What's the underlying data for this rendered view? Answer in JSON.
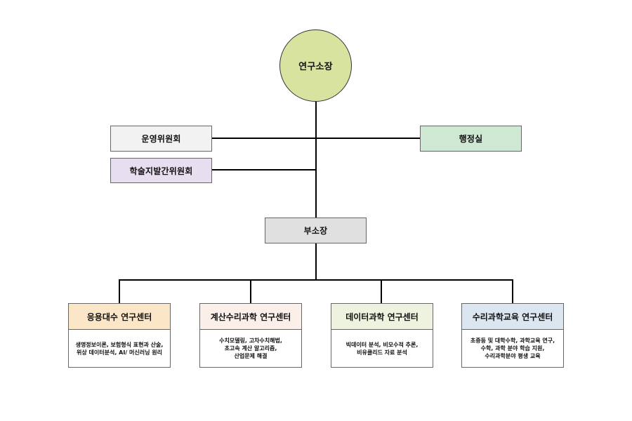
{
  "colors": {
    "director": "#d9e3a0",
    "committee_ops": "#f2f2f2",
    "committee_pub": "#e7deef",
    "admin_office": "#cfe8d3",
    "vice_director": "#e0e0e0",
    "center_applied_algebra": "#fbe6c8",
    "center_computational": "#fbefe9",
    "center_data_science": "#eef3df",
    "center_education": "#dbe6f1",
    "line": "#000000"
  },
  "director": {
    "label": "연구소장"
  },
  "committees": {
    "operations": {
      "label": "운영위원회"
    },
    "publication": {
      "label": "학술지발간위원회"
    }
  },
  "admin_office": {
    "label": "행정실"
  },
  "vice_director": {
    "label": "부소장"
  },
  "centers": [
    {
      "title": "응용대수 연구센터",
      "lines": [
        "생명정보이론, 보험형식 표현과 산술,",
        "위상 데이터분석, AI/ 머신러닝 원리"
      ]
    },
    {
      "title": "계산수리과학 연구센터",
      "lines": [
        "수치모델링, 고차수치해법,",
        "초고속 계산 알고리즘,",
        "산업문제 해결"
      ]
    },
    {
      "title": "데이터과학 연구센터",
      "lines": [
        "빅데이터 분석, 비모수적 추론,",
        "비유클리드 자료 분석"
      ]
    },
    {
      "title": "수리과학교육 연구센터",
      "lines": [
        "초중등 및 대학수학, 과학교육 연구,",
        "수학, 과학 분야 학습 지원,",
        "수리과학분야 평생 교육"
      ]
    }
  ]
}
